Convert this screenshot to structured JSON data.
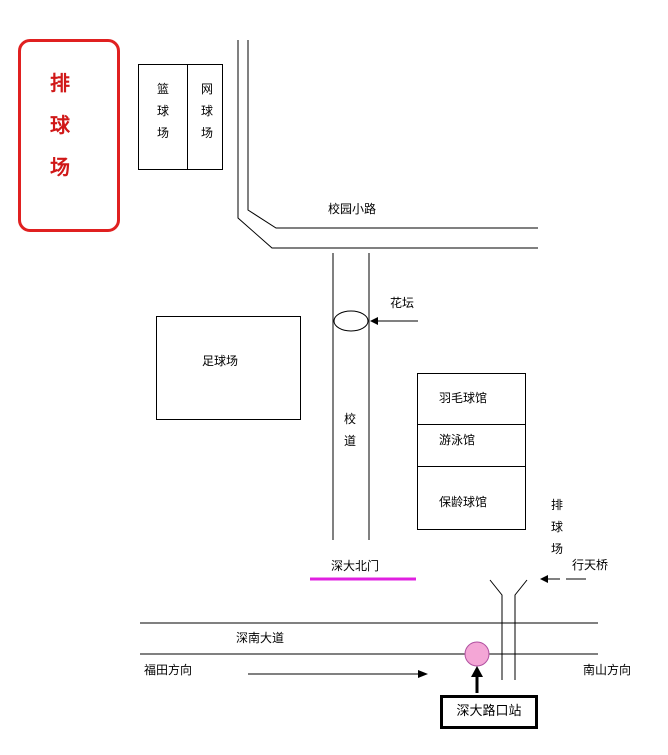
{
  "venue": {
    "label": "排球场",
    "color": "#e02020"
  },
  "courts": {
    "basketball": "篮球场",
    "tennis": "网球场"
  },
  "campus_road": "校园小路",
  "flower_bed": "花坛",
  "football_field": "足球场",
  "school_road": "校道",
  "sports_buildings": {
    "badminton": "羽毛球馆",
    "swimming": "游泳馆",
    "bowling": "保龄球馆"
  },
  "side_venue": "排球场",
  "footbridge": "行天桥",
  "north_gate": {
    "label": "深大北门",
    "color": "#e020e0"
  },
  "main_road": "深南大道",
  "direction_left": "福田方向",
  "direction_right": "南山方向",
  "bus_stop": {
    "label": "深大路口站",
    "color": "#f4a6d6"
  }
}
